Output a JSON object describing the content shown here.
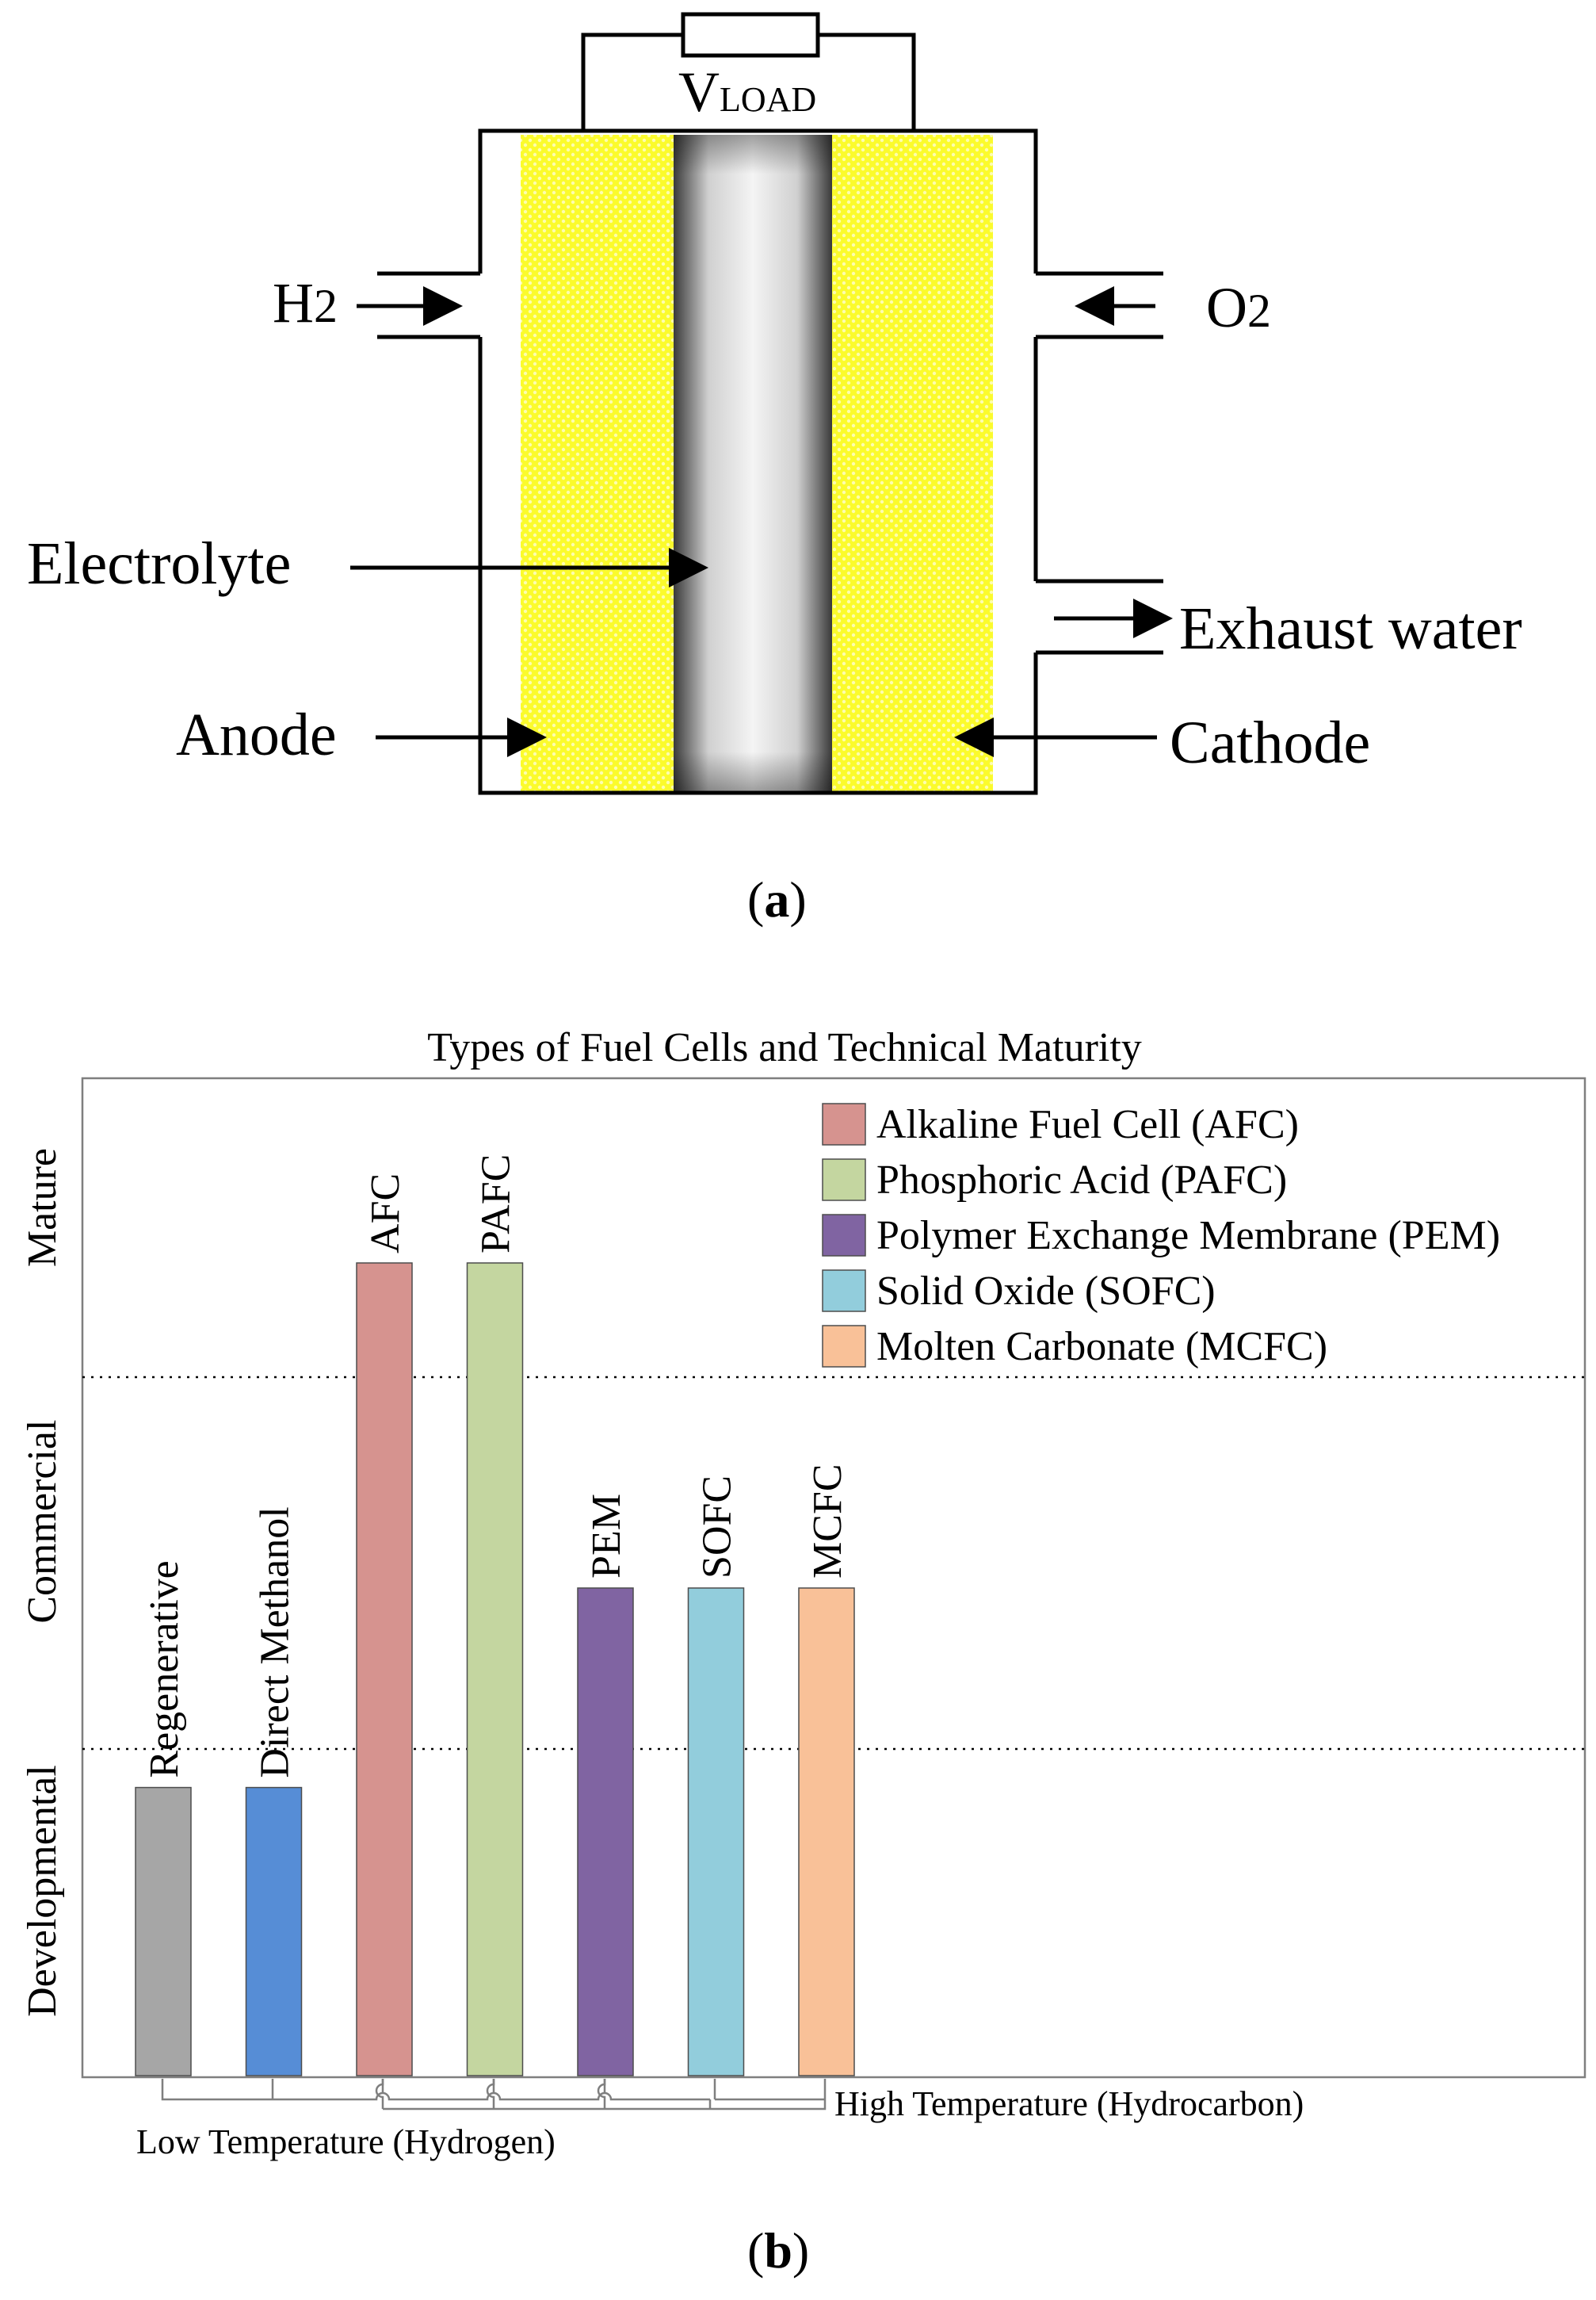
{
  "diagram_a": {
    "load_label_main": "V",
    "load_label_sub": "LOAD",
    "h2_main": "H",
    "h2_sub": "2",
    "o2_main": "O",
    "o2_sub": "2",
    "electrolyte": "Electrolyte",
    "exhaust": "Exhaust water",
    "anode": "Anode",
    "cathode": "Cathode",
    "caption_open": "(",
    "caption_letter": "a",
    "caption_close": ")"
  },
  "diagram_b": {
    "caption_open": "(",
    "caption_letter": "b",
    "caption_close": ")",
    "group_low": "Low Temperature (Hydrogen)",
    "group_high": "High Temperature (Hydrocarbon)"
  },
  "chart_data": {
    "type": "bar",
    "title": "Types of Fuel Cells and Technical Maturity",
    "xlabel": "",
    "ylabel": "",
    "y_levels": [
      "Developmental",
      "Commercial",
      "Mature"
    ],
    "categories": [
      "Regenerative",
      "Direct Methanol",
      "AFC",
      "PAFC",
      "PEM",
      "SOFC",
      "MCFC"
    ],
    "values": [
      0.78,
      0.78,
      2.2,
      2.2,
      1.32,
      1.32,
      1.32
    ],
    "ylim": [
      0,
      2.7
    ],
    "level_boundaries": [
      1.0,
      2.0
    ],
    "colors": [
      "#a6a6a6",
      "#568dd6",
      "#d6938f",
      "#c4d6a0",
      "#8064a2",
      "#92cddc",
      "#f9c198"
    ],
    "legend": {
      "placement": "top-right",
      "entries": [
        {
          "label": "Alkaline Fuel Cell (AFC)",
          "color": "#d6938f"
        },
        {
          "label": "Phosphoric Acid (PAFC)",
          "color": "#c4d6a0"
        },
        {
          "label": "Polymer Exchange Membrane (PEM)",
          "color": "#8064a2"
        },
        {
          "label": "Solid Oxide (SOFC)",
          "color": "#92cddc"
        },
        {
          "label": "Molten Carbonate (MCFC)",
          "color": "#f9c198"
        }
      ]
    },
    "grid": "dotted lines at level boundaries"
  },
  "colors": {
    "electrode": "#fbfb2c",
    "electrode_dots": "#fdfdb0",
    "membrane_dark": "#3a3a3a",
    "membrane_light": "#f4f4f4"
  }
}
